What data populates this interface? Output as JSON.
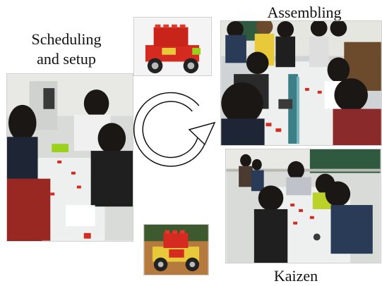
{
  "labels": {
    "scheduling_line1": "Scheduling",
    "scheduling_line2": "and setup",
    "assembling": "Assembling",
    "kaizen": "Kaizen"
  },
  "photos": {
    "red_car": "red-lego-car-photo",
    "scheduling": "scheduling-classroom-photo",
    "assembling": "assembling-line-photo",
    "kaizen": "kaizen-classroom-photo",
    "yellow_car": "yellow-red-lego-car-photo"
  },
  "icons": {
    "cycle": "cycle-arrow-icon"
  },
  "colors": {
    "lego_red": "#d42a1f",
    "lego_yellow": "#e8c93a",
    "table_white": "#eef0ef",
    "chalkboard": "#2f5a40",
    "conveyor": "#3c7f86",
    "hair": "#1b1715"
  }
}
